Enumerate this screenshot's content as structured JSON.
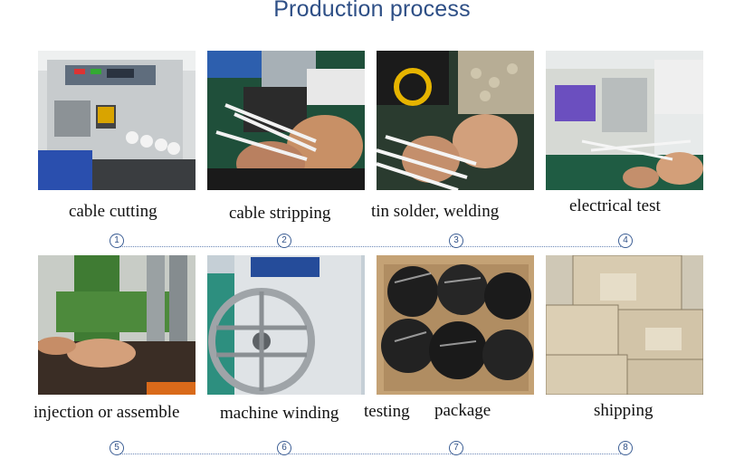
{
  "title": "Production process",
  "steps": [
    {
      "caption": "cable cutting",
      "number": "1",
      "icon": "circled-number-icon"
    },
    {
      "caption": "cable stripping",
      "number": "2",
      "icon": "circled-number-icon"
    },
    {
      "caption": "tin solder, welding",
      "number": "3",
      "icon": "circled-number-icon"
    },
    {
      "caption": "electrical test",
      "number": "4",
      "icon": "circled-number-icon"
    },
    {
      "caption": "injection or assemble",
      "number": "5",
      "icon": "circled-number-icon"
    },
    {
      "caption": "machine winding",
      "number": "6",
      "icon": "circled-number-icon"
    },
    {
      "caption": "package",
      "number": "7",
      "icon": "circled-number-icon"
    },
    {
      "caption": "shipping",
      "number": "8",
      "icon": "circled-number-icon"
    }
  ],
  "extra_caption": "testing",
  "colors": {
    "title": "#2e4f86",
    "line": "#6a86b6"
  }
}
